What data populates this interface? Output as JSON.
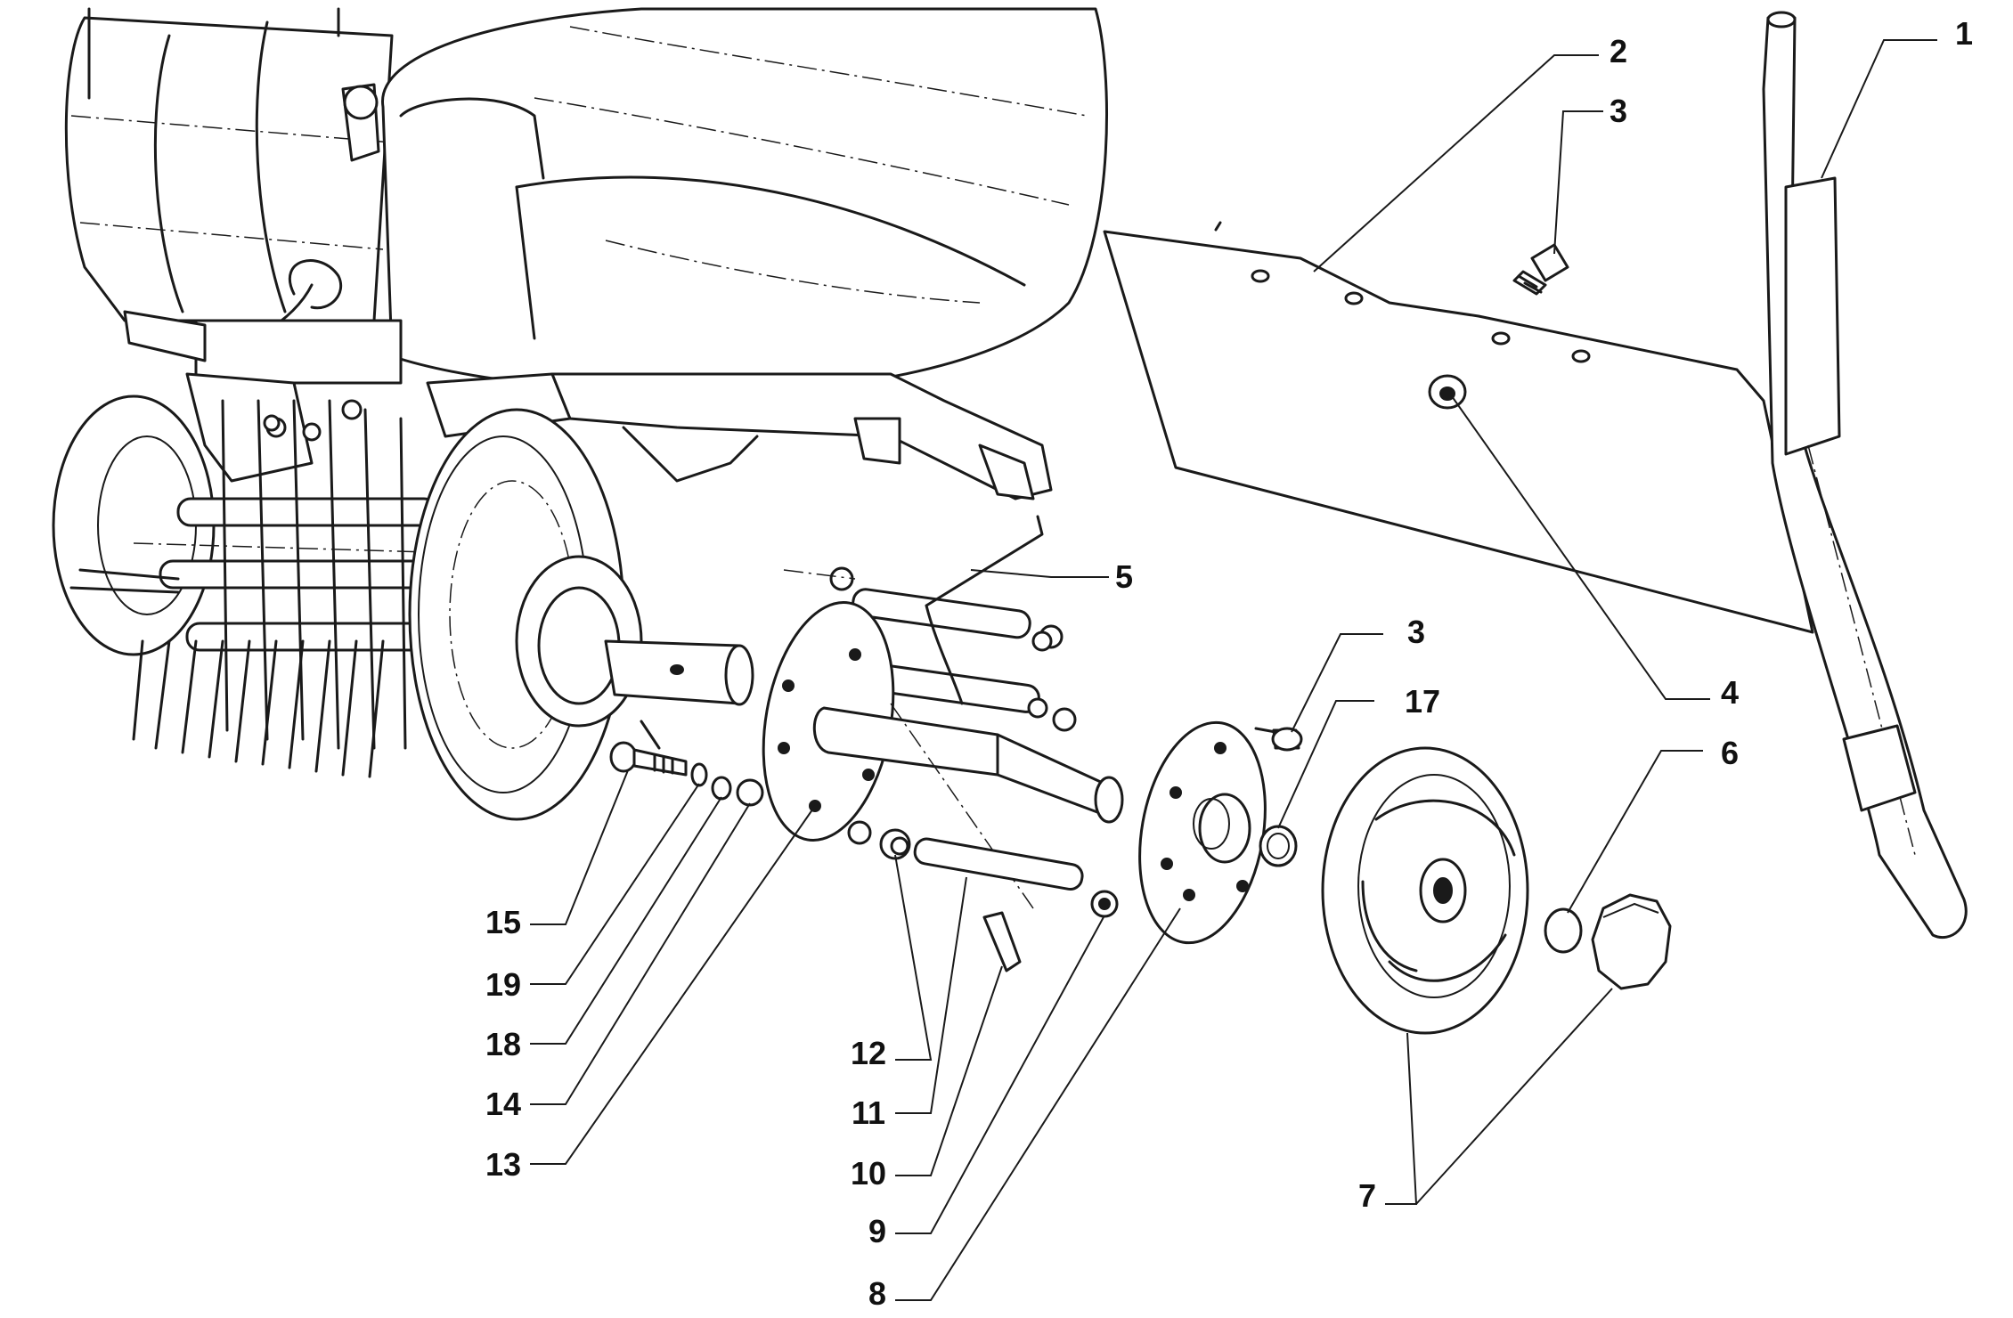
{
  "callouts": {
    "c1": "1",
    "c2": "2",
    "c3a": "3",
    "c3b": "3",
    "c4": "4",
    "c5": "5",
    "c6": "6",
    "c7": "7",
    "c8": "8",
    "c9": "9",
    "c10": "10",
    "c11": "11",
    "c12": "12",
    "c13": "13",
    "c14": "14",
    "c15": "15",
    "c17": "17",
    "c18": "18",
    "c19": "19"
  }
}
